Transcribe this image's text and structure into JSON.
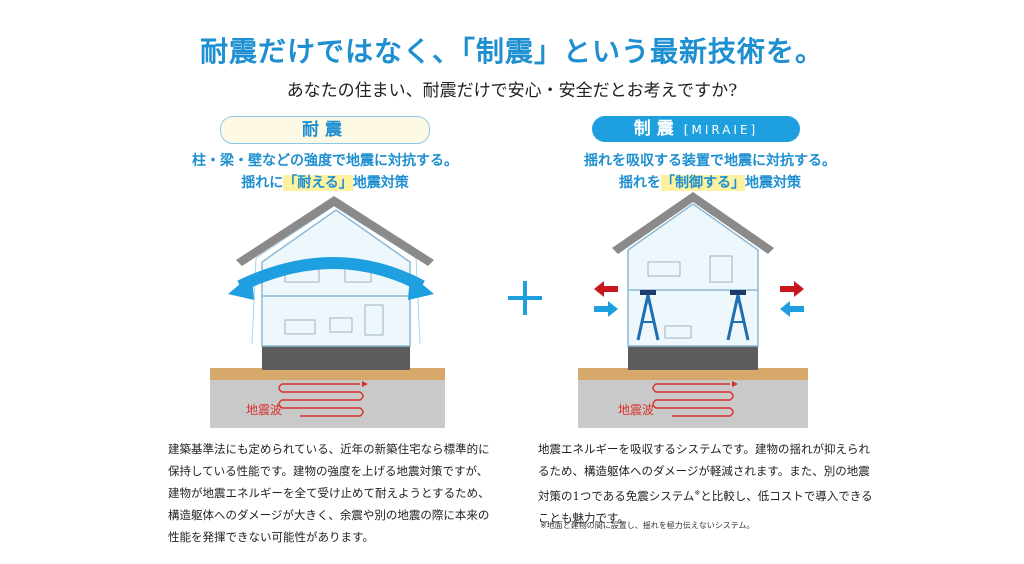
{
  "title": "耐震だけではなく、「制震」という最新技術を。",
  "subtitle": "あなたの住まい、耐震だけで安心・安全だとお考えですか?",
  "left": {
    "pill": "耐震",
    "lead_line1": "柱・梁・壁などの強度で地震に対抗する。",
    "lead_line2_pre": "揺れに",
    "lead_line2_hl": "「耐える」",
    "lead_line2_post": "地震対策",
    "wave_label": "地震波",
    "body": "建築基準法にも定められている、近年の新築住宅なら標準的に保持している性能です。建物の強度を上げる地震対策ですが、建物が地震エネルギーを全て受け止めて耐えようとするため、構造躯体へのダメージが大きく、余震や別の地震の際に本来の性能を発揮できない可能性があります。"
  },
  "right": {
    "pill": "制震",
    "pill_tag": "[MIRAIE]",
    "lead_line1": "揺れを吸収する装置で地震に対抗する。",
    "lead_line2_pre": "揺れを",
    "lead_line2_hl": "「制御する」",
    "lead_line2_post": "地震対策",
    "wave_label": "地震波",
    "body_pre": "地震エネルギーを吸収するシステムです。建物の揺れが抑えられるため、構造躯体へのダメージが軽減されます。また、別の地震対策の1つである免震システム",
    "body_sup": "※",
    "body_post": "と比較し、低コストで導入できることも魅力です。",
    "note": "※地面と建物の間に設置し、揺れを極力伝えないシステム。"
  },
  "colors": {
    "accent": "#1e8fd0",
    "pill_blue": "#1e9fe0",
    "red_arrow": "#c8161e",
    "wave": "#d9302a"
  }
}
